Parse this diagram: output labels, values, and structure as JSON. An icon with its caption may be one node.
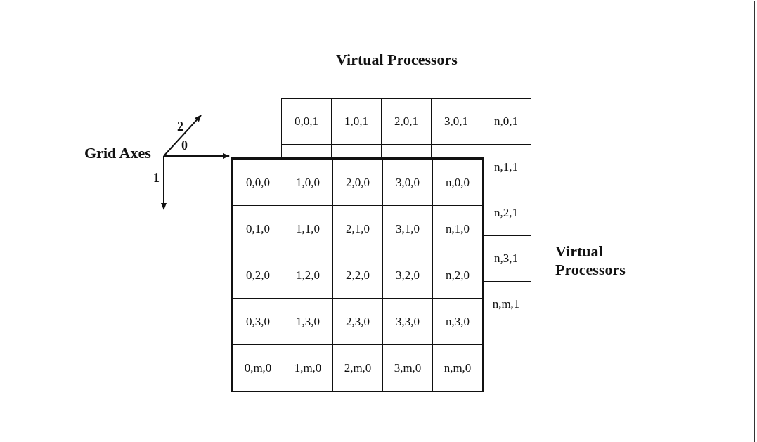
{
  "diagram": {
    "labels": [
      "Virtual Processors",
      "0,0,1",
      "1,0,1",
      "2,0,1",
      "3,0,1",
      "n,0,1",
      "2",
      "Grid Axes",
      "0",
      "1",
      "0,0,0",
      "1,0,0",
      "2,0,0",
      "3,0,0",
      "n,0,0",
      "0,1,0",
      "1,1,0",
      "2,1,0",
      "3,1,0",
      "n,1,0",
      "0,2,0",
      "1,2,0",
      "2,2,0",
      "3,2,0",
      "n,2,0",
      "0,3,0",
      "1,3,0",
      "2,3,0",
      "3,3,0",
      "n,3,0",
      "0,m,0",
      "1,m,0",
      "2,m,0",
      "3,m,0",
      "n,m,0",
      "n,1,1",
      "n,2,1",
      "n,3,1",
      "n,m,1",
      "Virtual Processors"
    ]
  }
}
